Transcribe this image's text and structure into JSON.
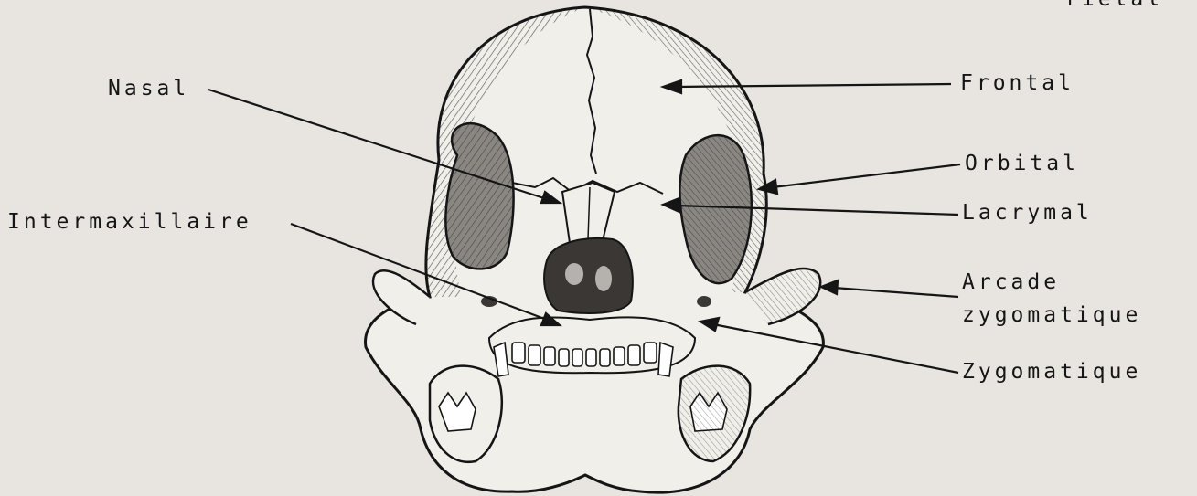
{
  "figure": {
    "labels": {
      "nasal": "Nasal",
      "frontal": "Frontal",
      "orbital": "Orbital",
      "intermaxillaire": "Intermaxillaire",
      "lacrymal": "Lacrymal",
      "arcade_line1": "Arcade",
      "arcade_line2": "zygomatique",
      "zygomatique": "Zygomatique",
      "top_cut": "rietal"
    },
    "colors": {
      "ink": "#151515",
      "paper": "#e8e5e0",
      "shade": "#6a6662",
      "bleed": "#cfcbc5"
    }
  }
}
